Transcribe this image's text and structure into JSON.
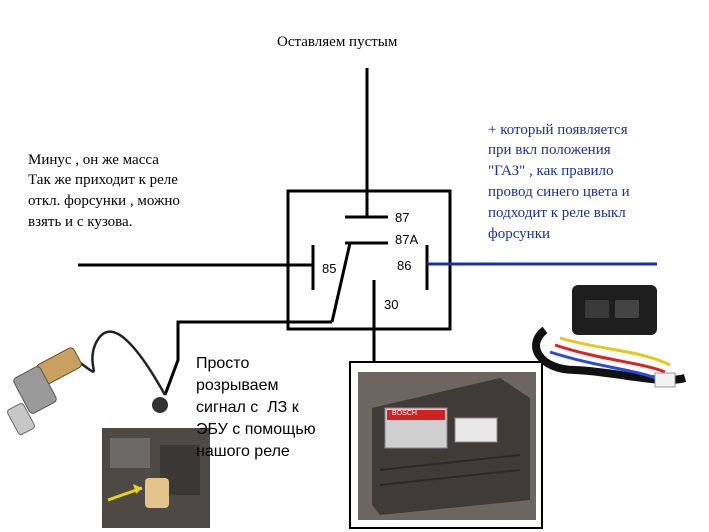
{
  "top_label": "Оставляем пустым",
  "left_note": [
    "Минус , он же масса",
    "Так же приходит к реле",
    "откл. форсунки , можно",
    "взять и с кузова."
  ],
  "right_note": [
    "+ который появляется",
    "при вкл положения",
    "\"ГАЗ\" , как правило",
    "провод синего цвета и",
    "подходит к реле выкл",
    "форсунки"
  ],
  "bottom_note": [
    "Просто",
    "розрываем",
    "сигнал с  ЛЗ к",
    "ЭБУ с помощью",
    "нашого реле"
  ],
  "pins": {
    "p87": "87",
    "p87a": "87A",
    "p85": "85",
    "p86": "86",
    "p30": "30"
  },
  "ecu_label": "BOSCH",
  "colors": {
    "blue_wire": "#1a2fa8",
    "text_blue": "#1a2fa8",
    "arrow": "#e8d21a"
  }
}
